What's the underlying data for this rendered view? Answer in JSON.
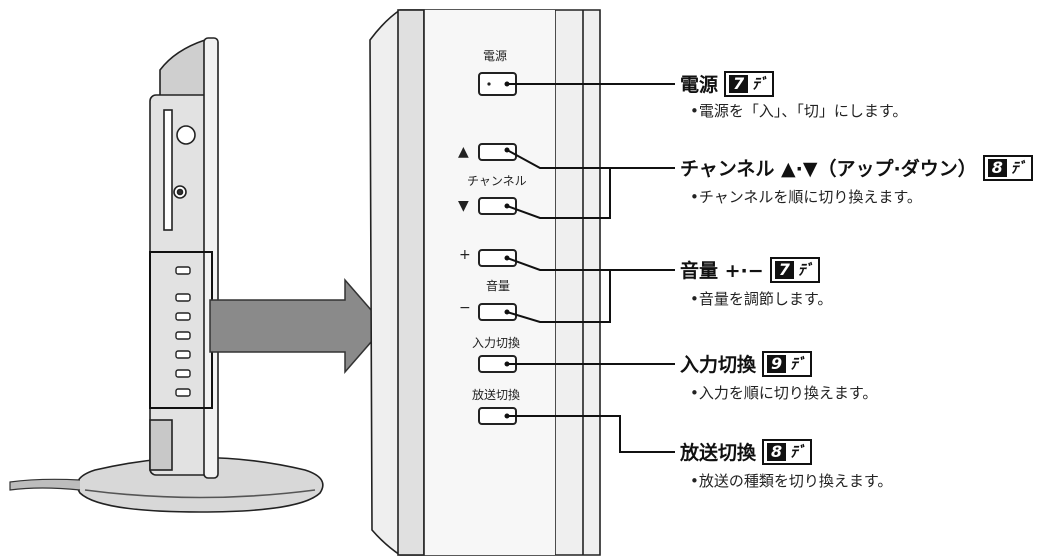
{
  "panel_labels": {
    "power": "電源",
    "channel": "チャンネル",
    "volume": "音量",
    "input": "入力切換",
    "broadcast": "放送切換",
    "up_symbol": "▲",
    "down_symbol": "▼",
    "plus_symbol": "+",
    "minus_symbol": "−"
  },
  "callouts": [
    {
      "title": "電源",
      "page": "7",
      "page_suffix": "ﾃﾞ",
      "desc": "•電源を「入」、「切」にします。"
    },
    {
      "title": "チャンネル ▲·▼（アップ·ダウン）",
      "page": "8",
      "page_suffix": "ﾃﾞ",
      "desc": "•チャンネルを順に切り換えます。"
    },
    {
      "title": "音量 +·−",
      "page": "7",
      "page_suffix": "ﾃﾞ",
      "desc": "•音量を調節します。"
    },
    {
      "title": "入力切換",
      "page": "9",
      "page_suffix": "ﾃﾞ",
      "desc": "•入力を順に切り換えます。"
    },
    {
      "title": "放送切換",
      "page": "8",
      "page_suffix": "ﾃﾞ",
      "desc": "•放送の種類を切り換えます。"
    }
  ],
  "colors": {
    "outline": "#222222",
    "fill_light": "#e6e6e6",
    "fill_mid": "#c8c8c8",
    "arrow": "#8a8a8a"
  }
}
